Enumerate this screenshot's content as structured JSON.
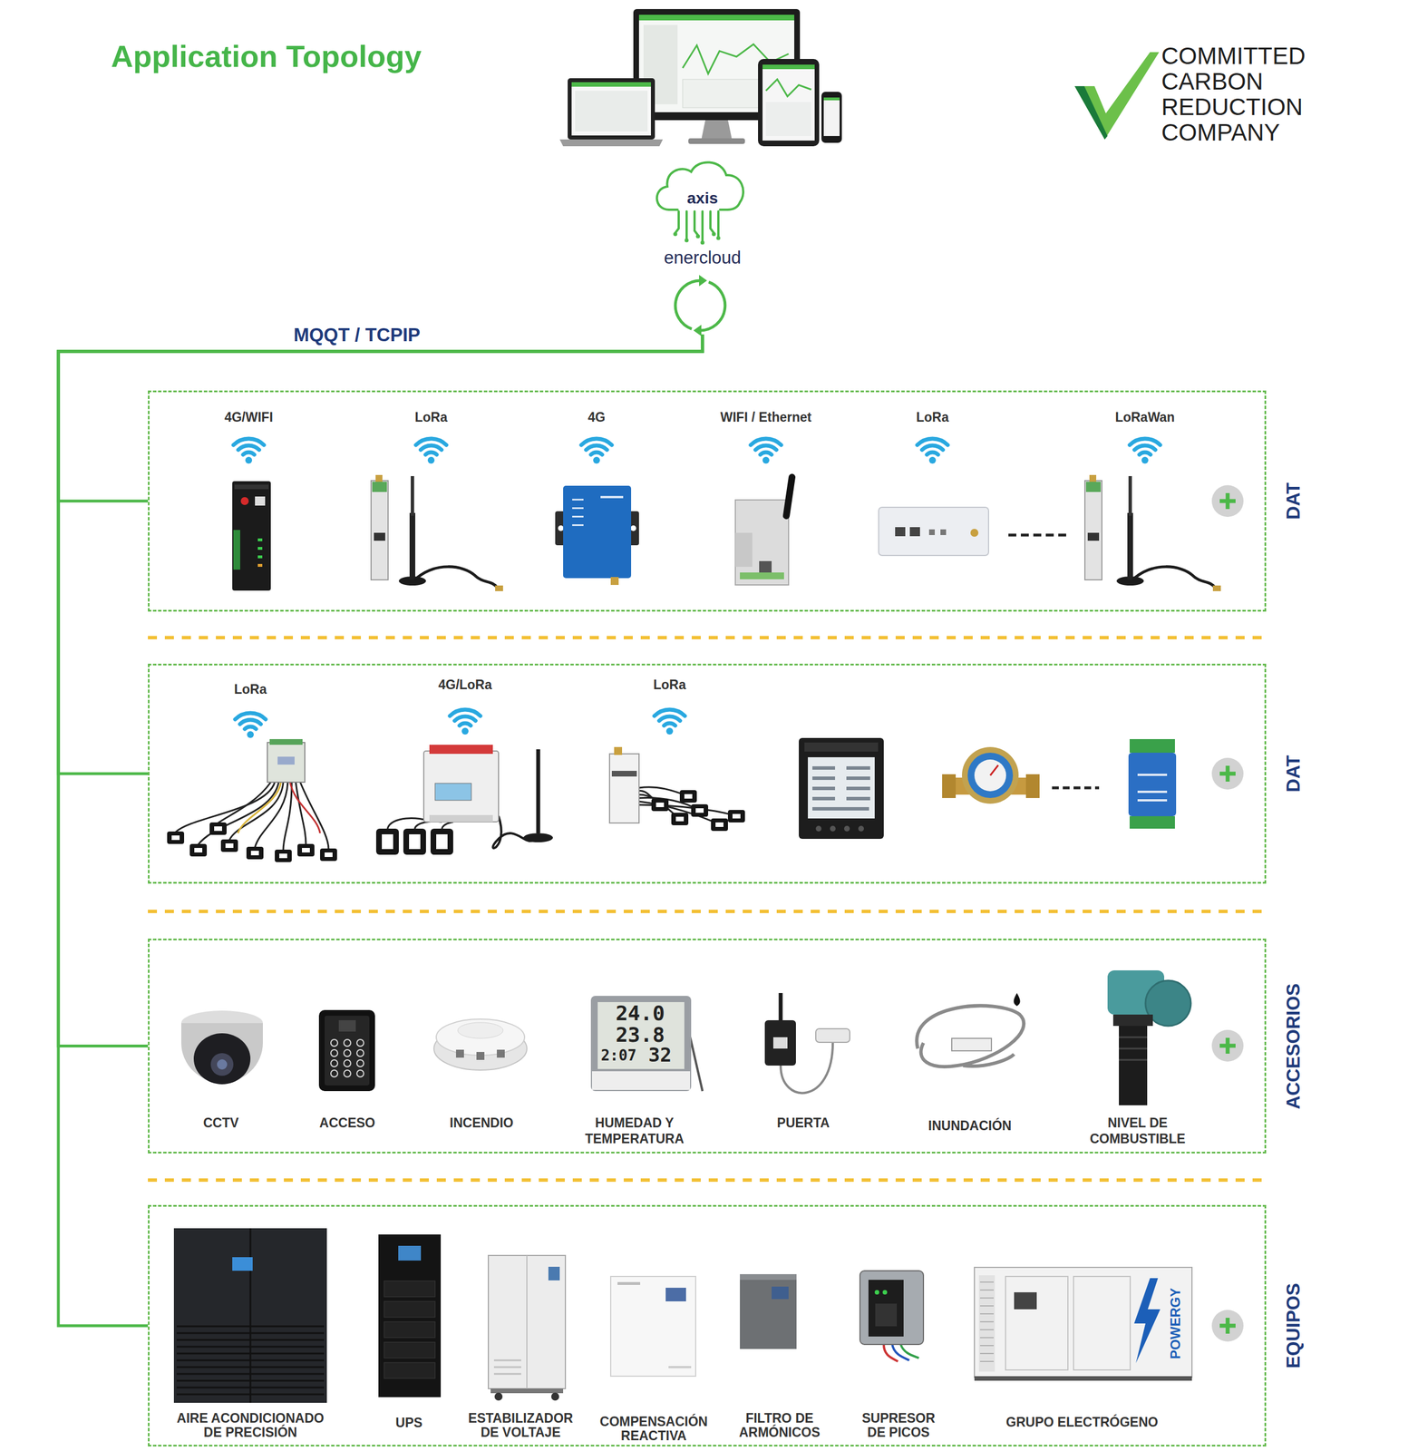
{
  "diagram": {
    "title": "Application Topology",
    "nodes": [
      {
        "text": [
          "axis",
          "enercloud"
        ]
      },
      {
        "text": [
          "DAT"
        ]
      },
      {
        "text": [
          "4G/WIFI"
        ],
        "in": 1
      },
      {
        "text": [
          "LoRa"
        ],
        "in": 1
      },
      {
        "text": [
          "4G"
        ],
        "in": 1
      },
      {
        "text": [
          "WIFI / Ethernet"
        ],
        "in": 1
      },
      {
        "text": [
          "LoRa"
        ],
        "in": 1
      },
      {
        "text": [
          "LoRaWan"
        ],
        "in": 1
      },
      {
        "text": [
          "DAT"
        ]
      },
      {
        "text": [
          "LoRa"
        ],
        "in": 8
      },
      {
        "text": [
          "4G/LoRa"
        ],
        "in": 8
      },
      {
        "text": [
          "LoRa"
        ],
        "in": 8
      },
      {
        "text": [
          "ACCESORIOS"
        ]
      },
      {
        "text": [
          "CCTV"
        ],
        "in": 12
      },
      {
        "text": [
          "ACCESO"
        ],
        "in": 12
      },
      {
        "text": [
          "INCENDIO"
        ],
        "in": 12
      },
      {
        "text": [
          "HUMEDAD Y TEMPERATURA"
        ],
        "in": 12
      },
      {
        "text": [
          "PUERTA"
        ],
        "in": 12
      },
      {
        "text": [
          "INUNDACIÓN"
        ],
        "in": 12
      },
      {
        "text": [
          "NIVEL DE COMBUSTIBLE"
        ],
        "in": 12
      },
      {
        "text": [
          "EQUIPOS"
        ]
      },
      {
        "text": [
          "AIRE ACONDICIONADO DE PRECISIÓN"
        ],
        "in": 20
      },
      {
        "text": [
          "UPS"
        ],
        "in": 20
      },
      {
        "text": [
          "ESTABILIZADOR DE VOLTAJE"
        ],
        "in": 20
      },
      {
        "text": [
          "COMPENSACIÓN REACTIVA"
        ],
        "in": 20
      },
      {
        "text": [
          "FILTRO DE ARMÓNICOS"
        ],
        "in": 20
      },
      {
        "text": [
          "SUPRESOR DE PICOS"
        ],
        "in": 20
      },
      {
        "text": [
          "GRUPO ELECTRÓGENO"
        ],
        "in": 20
      }
    ],
    "edges": [
      {
        "from": 0,
        "to": 1,
        "arrow": "none",
        "label": "MQQT / TCPIP"
      },
      {
        "from": 0,
        "to": 8,
        "arrow": "none"
      },
      {
        "from": 0,
        "to": 12,
        "arrow": "none"
      },
      {
        "from": 0,
        "to": 20,
        "arrow": "none"
      }
    ],
    "labels": [
      "COMMITTED CARBON REDUCTION COMPANY",
      "24.0",
      "23.8",
      "2:07",
      "32",
      "POWERGY"
    ]
  }
}
